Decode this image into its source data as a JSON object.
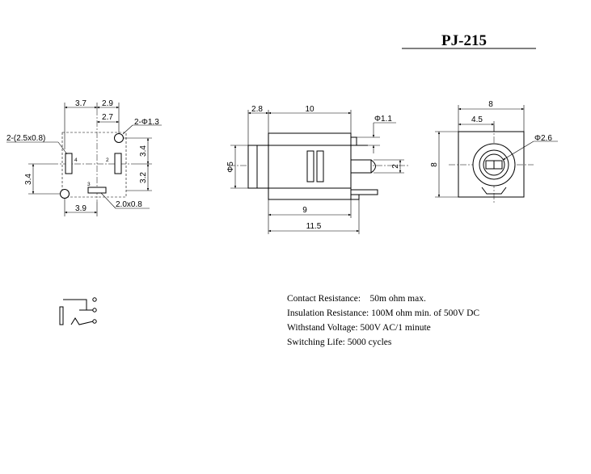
{
  "title": "PJ-215",
  "specs": [
    "Contact Resistance:    50m ohm max.",
    "Insulation Resistance: 100M ohm min. of 500V DC",
    "Withstand Voltage: 500V AC/1 minute",
    "Switching Life: 5000 cycles"
  ],
  "footprint": {
    "dims": {
      "d3_7": "3.7",
      "d2_9": "2.9",
      "d2_7": "2.7",
      "hole": "2-Φ1.3",
      "slot": "2-(2.5x0.8)",
      "d3_4_right": "3.4",
      "d3_2": "3.2",
      "d3_4_left": "3.4",
      "d3_9": "3.9",
      "pad": "2.0x0.8"
    },
    "pins": {
      "p4": "4",
      "p2": "2",
      "p3": "3"
    }
  },
  "side": {
    "dims": {
      "d2_8": "2.8",
      "d10": "10",
      "d1_1": "Φ1.1",
      "d5": "Φ5",
      "d2": "2",
      "d9": "9",
      "d11_5": "11.5"
    }
  },
  "front": {
    "dims": {
      "d8_top": "8",
      "d4_5": "4.5",
      "d2_6": "Φ2.6",
      "d8_side": "8"
    }
  }
}
